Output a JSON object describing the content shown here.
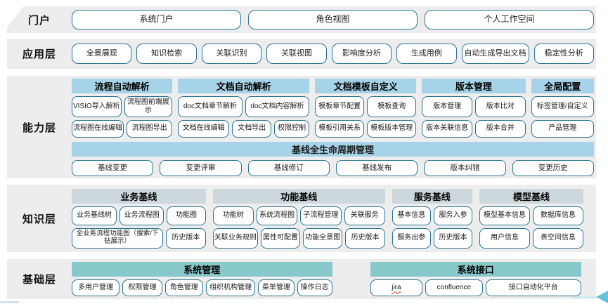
{
  "portal": {
    "label": "门户",
    "items": [
      "系统门户",
      "角色视图",
      "个人工作空间"
    ]
  },
  "application": {
    "label": "应用层",
    "items": [
      "全景展现",
      "知识检索",
      "关联识别",
      "关联视图",
      "影响度分析",
      "生成用例",
      "自动生成导出文档",
      "稳定性分析"
    ]
  },
  "capability": {
    "label": "能力层",
    "groups": [
      {
        "title": "流程自动解析",
        "row1": [
          "VISIO导入解析",
          "流程图前端展示"
        ],
        "row2": [
          "流程图在线编辑",
          "流程图导出"
        ]
      },
      {
        "title": "文档自动解析",
        "row1": [
          "doc文档章节解析",
          "doc文档内容解析"
        ],
        "row2": [
          "文档在线编辑",
          "文档导出",
          "权限控制"
        ]
      },
      {
        "title": "文档模板自定义",
        "row1": [
          "模板章节配置",
          "模板查询"
        ],
        "row2": [
          "模板引用关系",
          "模板版本管理"
        ]
      },
      {
        "title": "版本管理",
        "row1": [
          "版本管理",
          "版本比对"
        ],
        "row2": [
          "版本关联信息",
          "版本合并"
        ]
      },
      {
        "title": "全局配置",
        "row1": [
          "标签管理/自定义"
        ],
        "row2": [
          "产品管理"
        ]
      }
    ],
    "baseline": {
      "title": "基线全生命周期管理",
      "items": [
        "基线变更",
        "变更评审",
        "基线修订",
        "基线发布",
        "版本纠错",
        "变更历史"
      ]
    }
  },
  "knowledge": {
    "label": "知识层",
    "groups": [
      {
        "title": "业务基线",
        "row1": [
          "业务基线树",
          "业务流程图",
          "功能图"
        ],
        "row2": [
          "全业务流程功能图（搜索/下钻展示）",
          "历史版本"
        ]
      },
      {
        "title": "功能基线",
        "row1": [
          "功能树",
          "系统流程图",
          "子流程管理",
          "关联服务"
        ],
        "row2": [
          "关联业务规则",
          "属性可配置",
          "功能全景图",
          "历史版本"
        ]
      },
      {
        "title": "服务基线",
        "row1": [
          "基本信息",
          "服务入参"
        ],
        "row2": [
          "服务出参",
          "历史版本"
        ]
      },
      {
        "title": "模型基线",
        "row1": [
          "模型基本信息",
          "数据库信息"
        ],
        "row2": [
          "用户信息",
          "表空间信息"
        ]
      }
    ]
  },
  "foundation": {
    "label": "基础层",
    "groups": [
      {
        "title": "系统管理",
        "items": [
          "多用户管理",
          "权限管理",
          "角色管理",
          "组织机构管理",
          "菜单管理",
          "操作日志"
        ]
      },
      {
        "title": "系统接口",
        "items": [
          "jira",
          "confluence",
          "接口自动化平台"
        ]
      }
    ]
  },
  "colors": {
    "band_background": "#ededed",
    "capability_header": "#a6d3e8",
    "knowledge_header": "#ccd8dc",
    "foundation_header": "#87c8cb",
    "node_border": "#2a7390",
    "arrow_accent": "#63c5d6"
  }
}
